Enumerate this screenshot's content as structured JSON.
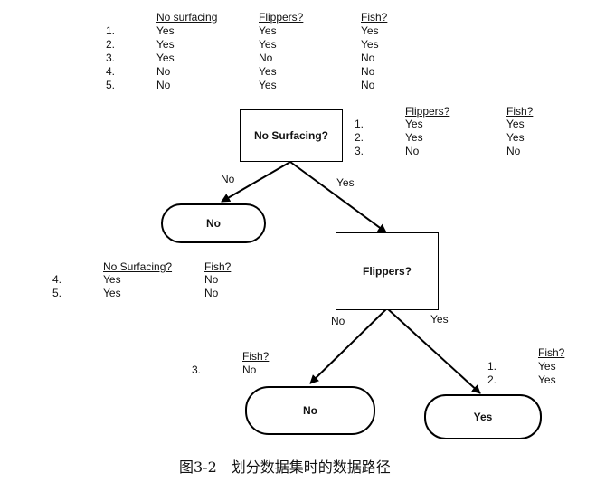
{
  "top_table": {
    "headers": [
      "No surfacing",
      "Flippers?",
      "Fish?"
    ],
    "rows": [
      {
        "num": "1.",
        "cells": [
          "Yes",
          "Yes",
          "Yes"
        ]
      },
      {
        "num": "2.",
        "cells": [
          "Yes",
          "Yes",
          "Yes"
        ]
      },
      {
        "num": "3.",
        "cells": [
          "Yes",
          "No",
          "No"
        ]
      },
      {
        "num": "4.",
        "cells": [
          "No",
          "Yes",
          "No"
        ]
      },
      {
        "num": "5.",
        "cells": [
          "No",
          "Yes",
          "No"
        ]
      }
    ]
  },
  "right_table": {
    "headers": [
      "Flippers?",
      "Fish?"
    ],
    "rows": [
      {
        "num": "1.",
        "cells": [
          "Yes",
          "Yes"
        ]
      },
      {
        "num": "2.",
        "cells": [
          "Yes",
          "Yes"
        ]
      },
      {
        "num": "3.",
        "cells": [
          "No",
          "No"
        ]
      }
    ]
  },
  "left_table": {
    "headers": [
      "No Surfacing?",
      "Fish?"
    ],
    "rows": [
      {
        "num": "4.",
        "cells": [
          "Yes",
          "No"
        ]
      },
      {
        "num": "5.",
        "cells": [
          "Yes",
          "No"
        ]
      }
    ]
  },
  "mid_table": {
    "header": "Fish?",
    "rows": [
      {
        "num": "3.",
        "cells": [
          "No"
        ]
      }
    ]
  },
  "bottom_right_table": {
    "header": "Fish?",
    "rows": [
      {
        "num": "1.",
        "cells": [
          "Yes"
        ]
      },
      {
        "num": "2.",
        "cells": [
          "Yes"
        ]
      }
    ]
  },
  "nodes": {
    "root": "No Surfacing?",
    "flippers": "Flippers?",
    "leaf_no_1": "No",
    "leaf_no_2": "No",
    "leaf_yes": "Yes"
  },
  "edges": {
    "root_no": "No",
    "root_yes": "Yes",
    "flippers_no": "No",
    "flippers_yes": "Yes"
  },
  "caption": "图3-2　划分数据集时的数据路径"
}
